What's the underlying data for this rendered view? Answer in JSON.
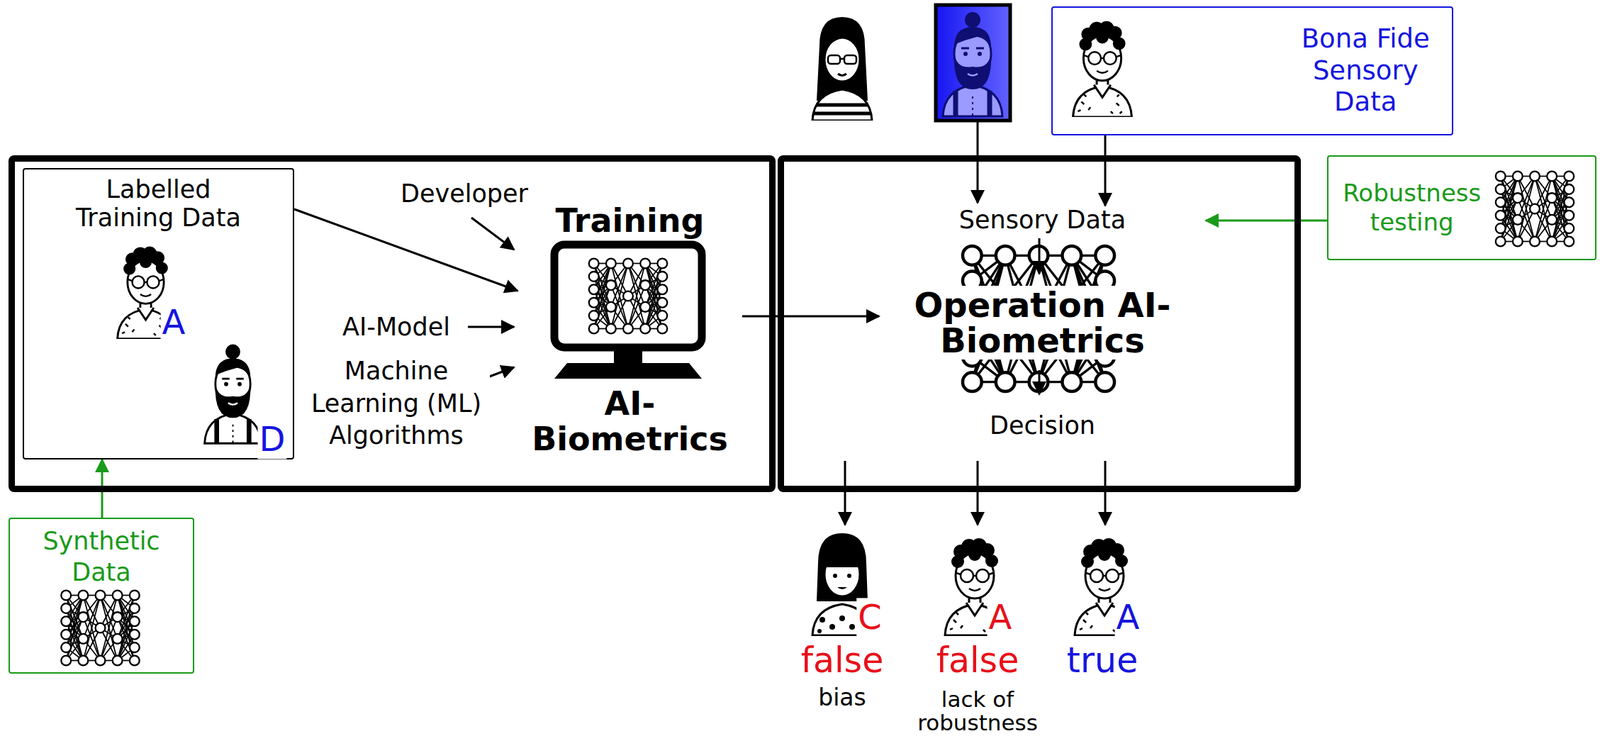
{
  "diagram": {
    "nodes": [
      {
        "text": []
      },
      {
        "text": [
          "Labelled Training Data"
        ],
        "in": 0
      },
      {
        "text": [
          "Training",
          "AI-Biometrics"
        ],
        "in": 0
      },
      {
        "text": []
      },
      {
        "text": [
          "Sensory Data",
          "Operation AI-Biometrics",
          "Decision"
        ],
        "in": 3
      },
      {
        "text": [
          "Bona Fide Sensory Data"
        ]
      },
      {
        "text": [
          "Robustness testing"
        ]
      },
      {
        "text": [
          "Synthetic Data"
        ]
      }
    ],
    "edges": [
      {
        "from": 1,
        "to": 2,
        "arrow": "to"
      },
      {
        "from": 2,
        "to": 4,
        "arrow": "to"
      },
      {
        "from": 5,
        "to": 4,
        "arrow": "to"
      },
      {
        "from": 6,
        "to": 4,
        "arrow": "to"
      },
      {
        "from": 7,
        "to": 1,
        "arrow": "to"
      }
    ],
    "labels": [
      "A",
      "D",
      "Developer",
      "AI-Model",
      "Machine Learning (ML) Algorithms",
      "C",
      "A",
      "A",
      "false",
      "bias",
      "false",
      "lack of robustness",
      "true"
    ]
  }
}
